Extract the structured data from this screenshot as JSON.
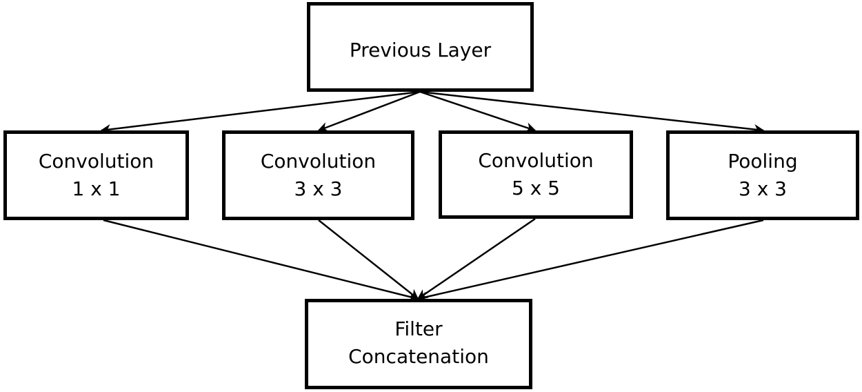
{
  "diagram": {
    "colors": {
      "stroke": "#000000",
      "fill": "#ffffff",
      "text": "#000000"
    },
    "nodes": {
      "previous_layer": {
        "lines": [
          "Previous Layer"
        ]
      },
      "conv_1x1": {
        "lines": [
          "Convolution",
          "1 x 1"
        ]
      },
      "conv_3x3": {
        "lines": [
          "Convolution",
          "3 x 3"
        ]
      },
      "conv_5x5": {
        "lines": [
          "Convolution",
          "5 x 5"
        ]
      },
      "pooling_3x3": {
        "lines": [
          "Pooling",
          "3 x 3"
        ]
      },
      "filter_concat": {
        "lines": [
          "Filter",
          "Concatenation"
        ]
      }
    },
    "edges": [
      {
        "from": "previous_layer",
        "to": "conv_1x1"
      },
      {
        "from": "previous_layer",
        "to": "conv_3x3"
      },
      {
        "from": "previous_layer",
        "to": "conv_5x5"
      },
      {
        "from": "previous_layer",
        "to": "pooling_3x3"
      },
      {
        "from": "conv_1x1",
        "to": "filter_concat"
      },
      {
        "from": "conv_3x3",
        "to": "filter_concat"
      },
      {
        "from": "conv_5x5",
        "to": "filter_concat"
      },
      {
        "from": "pooling_3x3",
        "to": "filter_concat"
      }
    ]
  }
}
